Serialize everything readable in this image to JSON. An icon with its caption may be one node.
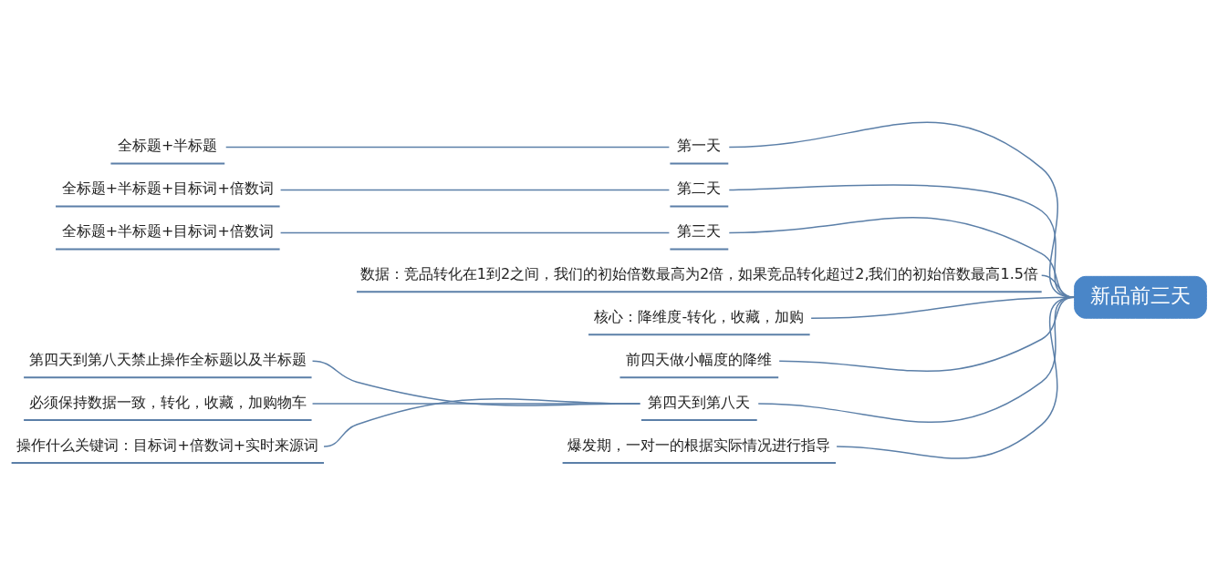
{
  "diagram": {
    "nodes": [
      {
        "text": [
          "新品前三天"
        ]
      },
      {
        "text": [
          "第一天"
        ]
      },
      {
        "text": [
          "全标题+半标题"
        ]
      },
      {
        "text": [
          "第二天"
        ]
      },
      {
        "text": [
          "全标题+半标题+目标词+倍数词"
        ]
      },
      {
        "text": [
          "第三天"
        ]
      },
      {
        "text": [
          "全标题+半标题+目标词+倍数词"
        ]
      },
      {
        "text": [
          "数据：竞品转化在1到2之间，我们的初始倍数最高为2倍，如果竞品转化超过2,我们的初始倍数最高1.5倍"
        ]
      },
      {
        "text": [
          "核心：降维度-转化，收藏，加购"
        ]
      },
      {
        "text": [
          "前四天做小幅度的降维"
        ]
      },
      {
        "text": [
          "第四天到第八天"
        ]
      },
      {
        "text": [
          "第四天到第八天禁止操作全标题以及半标题"
        ]
      },
      {
        "text": [
          "必须保持数据一致，转化，收藏，加购物车"
        ]
      },
      {
        "text": [
          "操作什么关键词：目标词+倍数词+实时来源词"
        ]
      },
      {
        "text": [
          "爆发期，一对一的根据实际情况进行指导"
        ]
      }
    ],
    "edges": [
      {
        "from": 0,
        "to": 1,
        "arrow": "none"
      },
      {
        "from": 1,
        "to": 2,
        "arrow": "none"
      },
      {
        "from": 0,
        "to": 3,
        "arrow": "none"
      },
      {
        "from": 3,
        "to": 4,
        "arrow": "none"
      },
      {
        "from": 0,
        "to": 5,
        "arrow": "none"
      },
      {
        "from": 5,
        "to": 6,
        "arrow": "none"
      },
      {
        "from": 0,
        "to": 7,
        "arrow": "none"
      },
      {
        "from": 0,
        "to": 8,
        "arrow": "none"
      },
      {
        "from": 0,
        "to": 9,
        "arrow": "none"
      },
      {
        "from": 0,
        "to": 10,
        "arrow": "none"
      },
      {
        "from": 10,
        "to": 11,
        "arrow": "none"
      },
      {
        "from": 10,
        "to": 12,
        "arrow": "none"
      },
      {
        "from": 10,
        "to": 13,
        "arrow": "none"
      },
      {
        "from": 0,
        "to": 14,
        "arrow": "none"
      }
    ]
  }
}
